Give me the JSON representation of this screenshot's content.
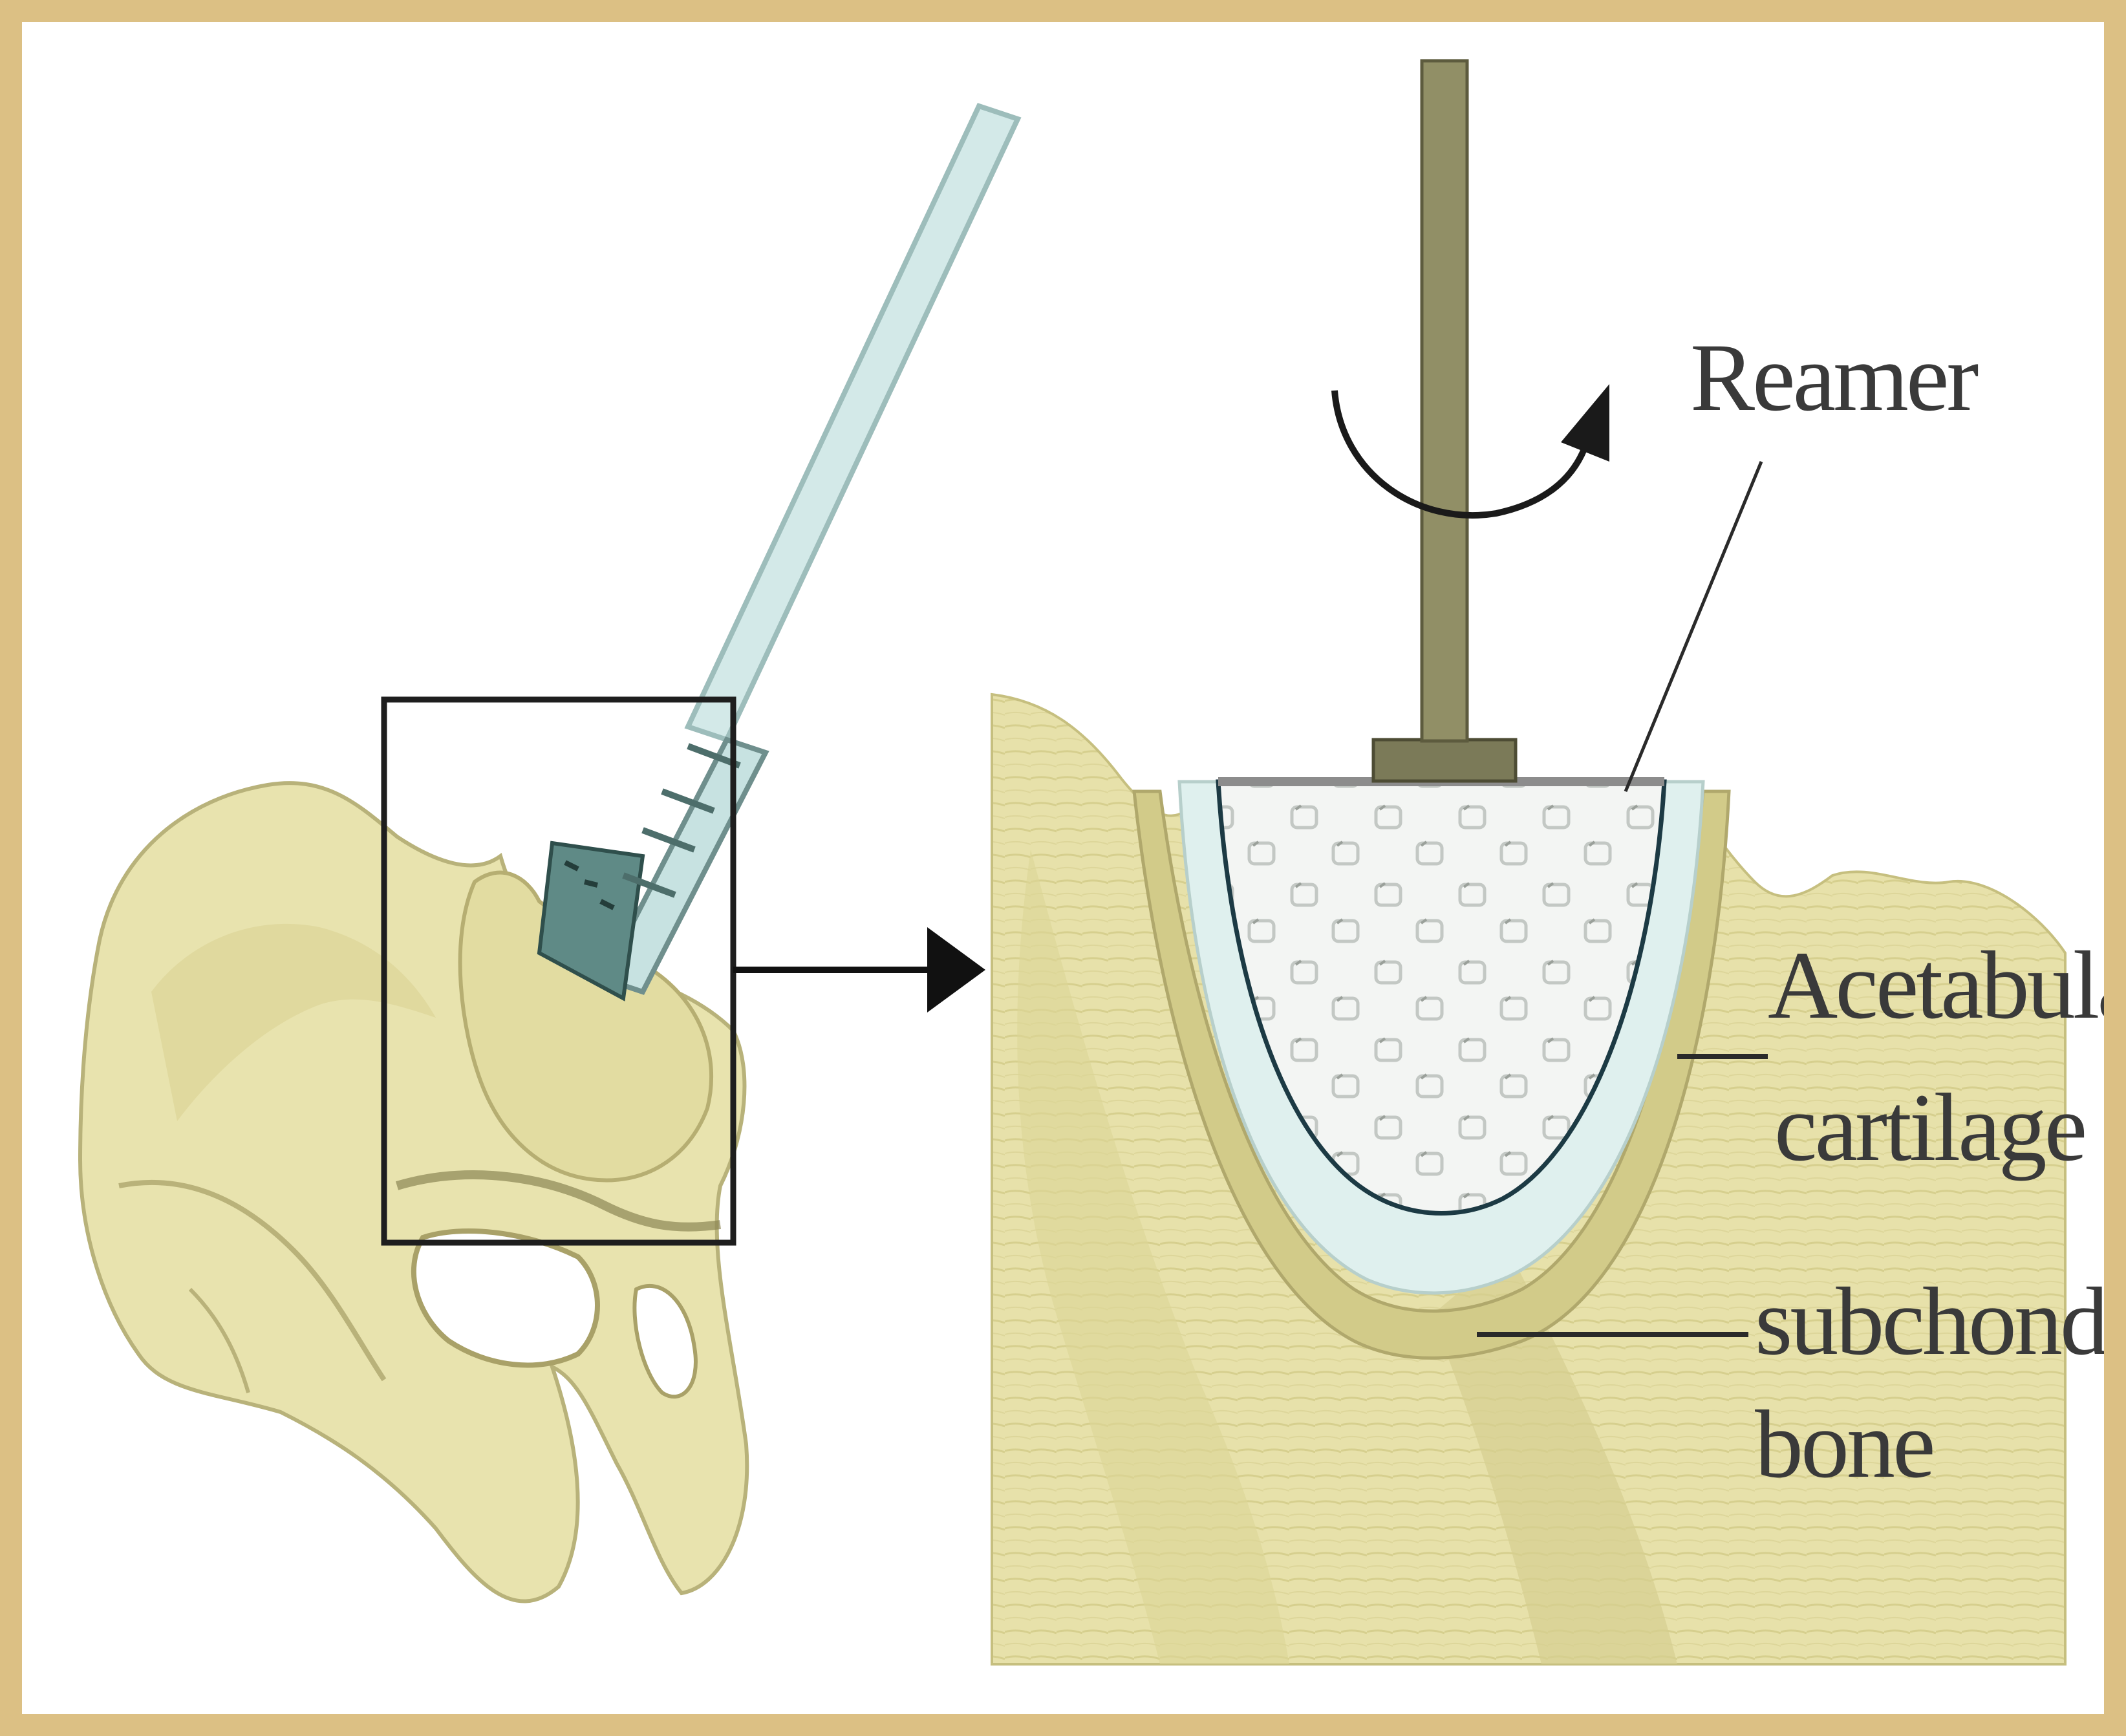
{
  "labels": {
    "reamer": "Reamer",
    "acetabular_line1": "Acetabular",
    "acetabular_line2": "cartilage",
    "subchondral_line1": "subchondral",
    "subchondral_line2": "bone"
  },
  "colors": {
    "frame": "#dcc084",
    "bone": "#e6e0a8",
    "bone_shadow": "#c9c07c",
    "cartilage": "#dff0ee",
    "reamer_shaft": "#8e8c64",
    "tool_handle": "#cfe7e7",
    "outline": "#222222"
  }
}
